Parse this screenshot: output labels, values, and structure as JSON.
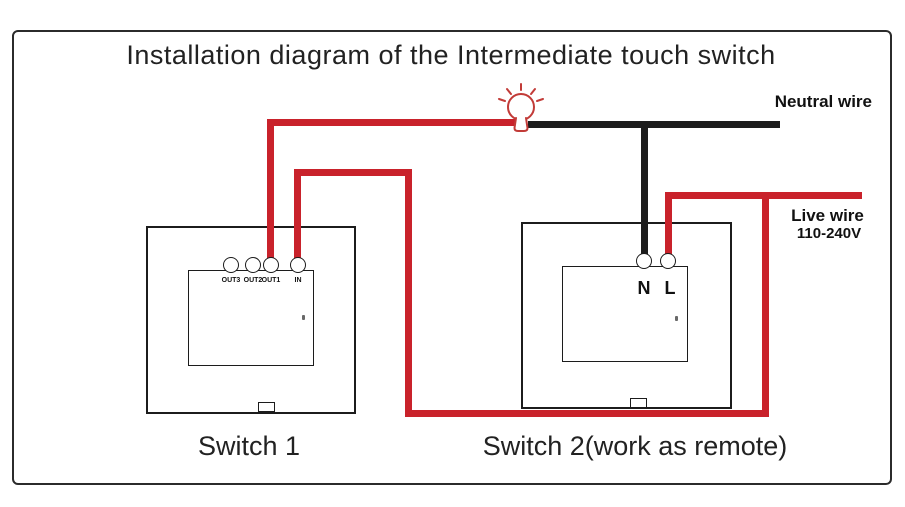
{
  "title": "Installation diagram of the Intermediate touch switch",
  "labels": {
    "neutral_wire": "Neutral wire",
    "live_wire": "Live wire",
    "live_voltage": "110-240V"
  },
  "icons": {
    "light_bulb": "light-bulb-icon"
  },
  "colors": {
    "live_wire": "#c9222b",
    "neutral_wire": "#1c1c1c",
    "bulb_outline": "#c23b38"
  },
  "switch1": {
    "caption": "Switch 1",
    "terminals": [
      "OUT3",
      "OUT2",
      "OUT1",
      "IN"
    ]
  },
  "switch2": {
    "caption": "Switch 2(work as remote)",
    "terminals": [
      "N",
      "L"
    ]
  }
}
